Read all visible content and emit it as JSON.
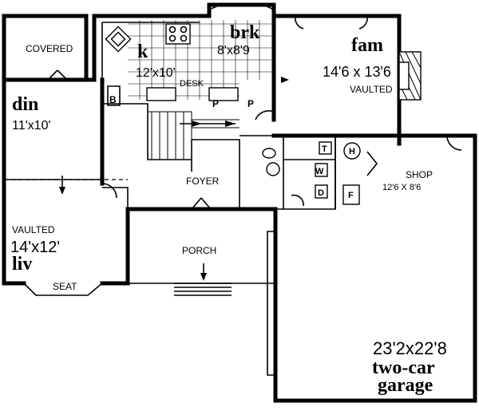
{
  "rooms": {
    "covered": {
      "name": "COVERED"
    },
    "dining": {
      "name": "din",
      "size": "11'x10'"
    },
    "kitchen": {
      "name": "k",
      "size": "12'x10'",
      "desk": "DESK"
    },
    "breakfast": {
      "name": "brk",
      "size": "8'x8'9"
    },
    "family": {
      "name": "fam",
      "size": "14'6 x 13'6",
      "note": "VAULTED"
    },
    "foyer": {
      "name": "FOYER"
    },
    "living": {
      "note": "VAULTED",
      "size": "14'x12'",
      "name": "liv",
      "seat": "SEAT"
    },
    "porch": {
      "name": "PORCH"
    },
    "shop": {
      "name": "SHOP",
      "size": "12'6 X 8'6"
    },
    "garage": {
      "size": "23'2x22'8",
      "name_line1": "two-car",
      "name_line2": "garage"
    }
  },
  "fixtures": {
    "pantry_1": "P",
    "pantry_2": "P",
    "broom": "B",
    "washer": "W",
    "dryer": "D",
    "toilet_tank": "T",
    "water_heater": "H",
    "furnace": "F"
  }
}
